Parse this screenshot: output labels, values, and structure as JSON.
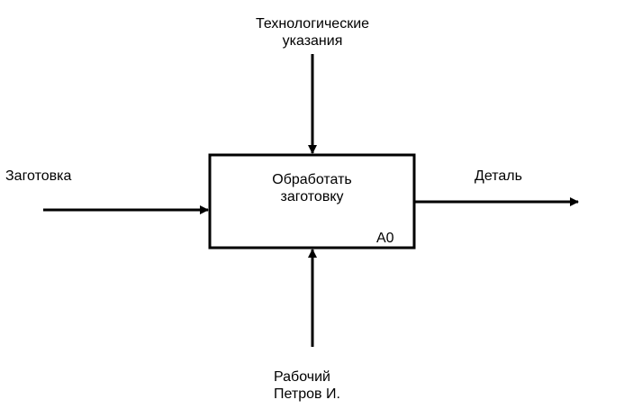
{
  "activity": {
    "title_line1": "Обработать",
    "title_line2": "заготовку",
    "node_id": "A0"
  },
  "control": {
    "line1": "Технологические",
    "line2": "указания"
  },
  "input": {
    "label": "Заготовка"
  },
  "output": {
    "label": "Деталь"
  },
  "mechanism": {
    "line1": "Рабочий",
    "line2": "Петров И."
  }
}
